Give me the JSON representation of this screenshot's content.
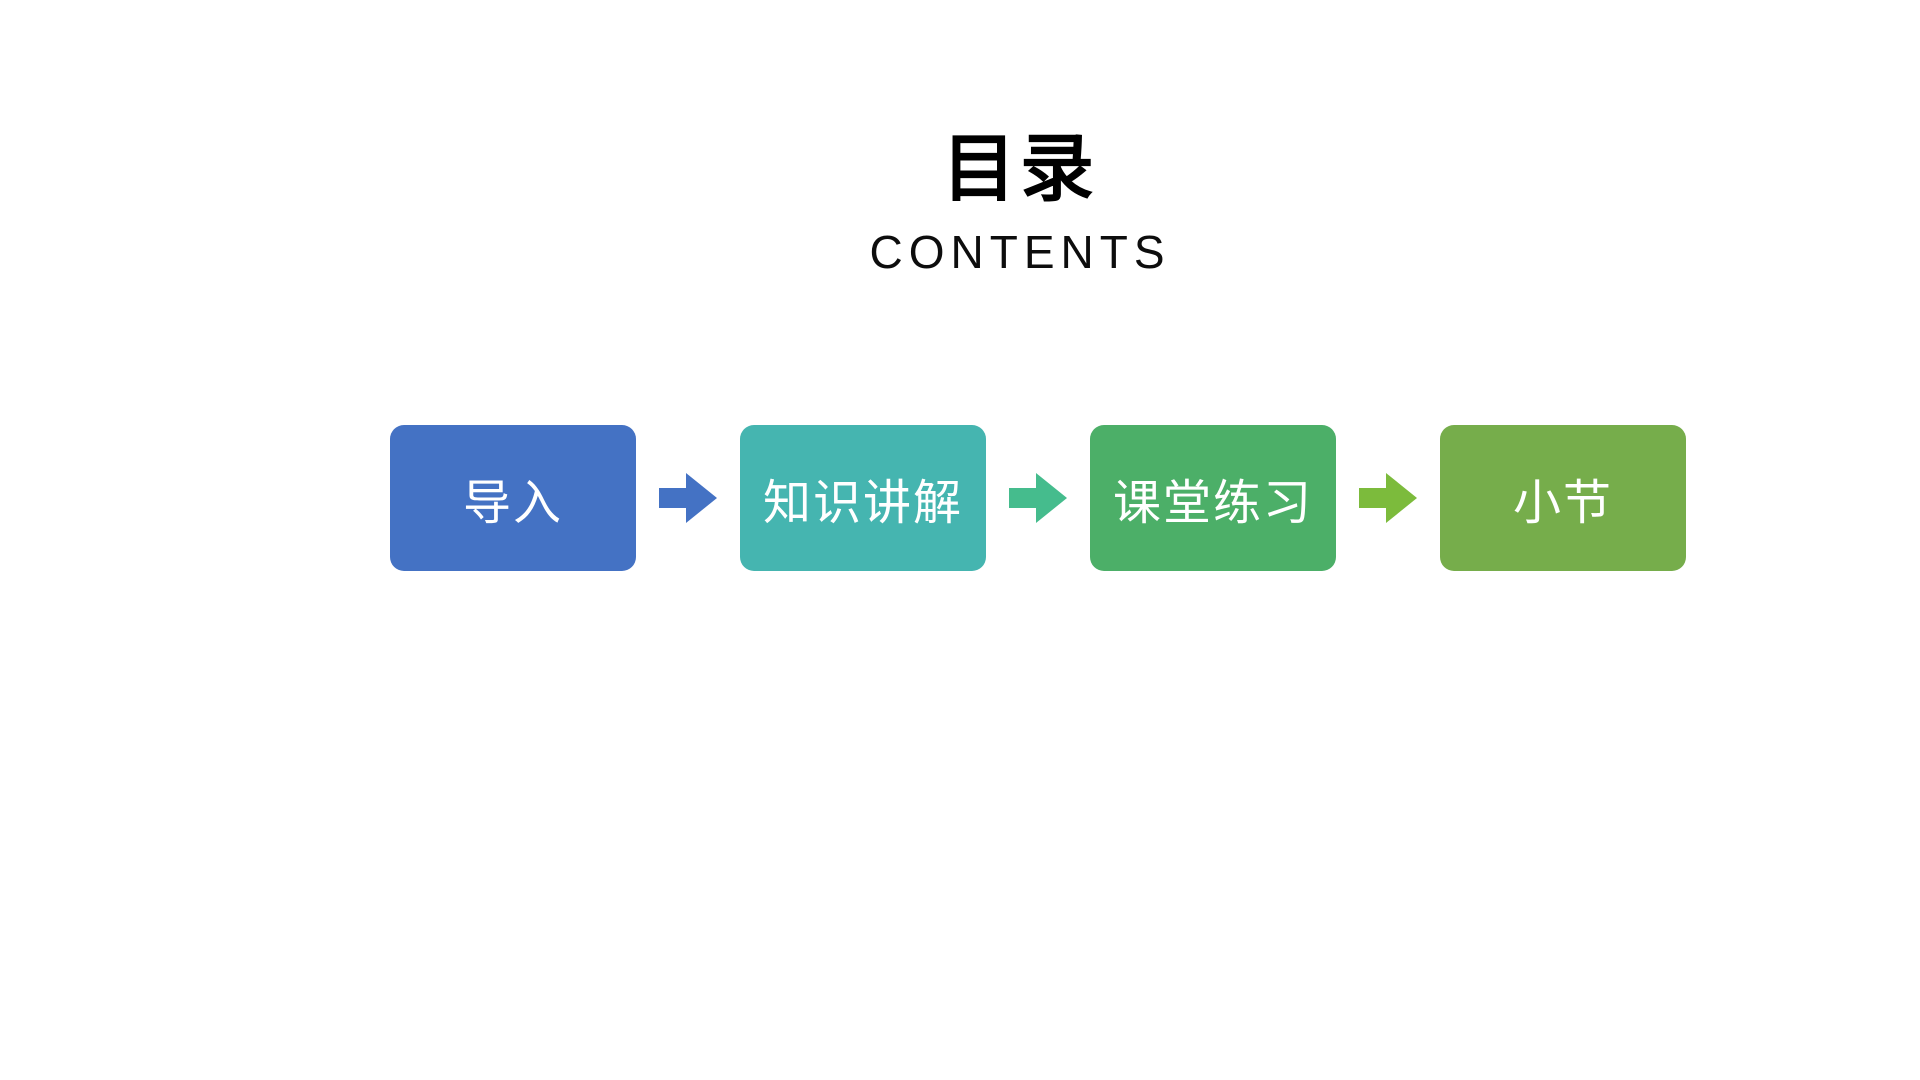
{
  "slide": {
    "title": "目录",
    "subtitle": "CONTENTS",
    "background_color": "#ffffff",
    "title_color": "#000000"
  },
  "flow": {
    "steps": [
      {
        "label": "导入",
        "color": "#4472c4"
      },
      {
        "label": "知识讲解",
        "color": "#45b5b0"
      },
      {
        "label": "课堂练习",
        "color": "#4caf68"
      },
      {
        "label": "小节",
        "color": "#76ad4b"
      }
    ],
    "arrows": [
      {
        "name": "arrow-1",
        "color": "#4472c4"
      },
      {
        "name": "arrow-2",
        "color": "#45bc8d"
      },
      {
        "name": "arrow-3",
        "color": "#7cbb3c"
      }
    ]
  }
}
